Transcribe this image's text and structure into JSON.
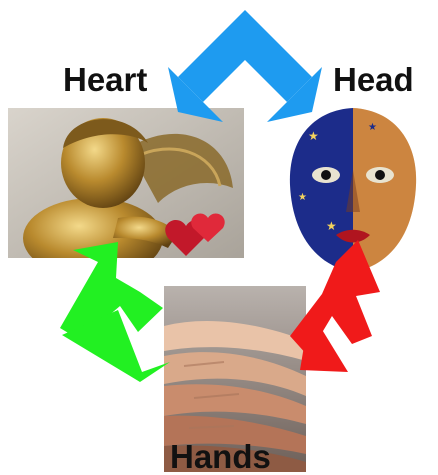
{
  "labels": {
    "heart": "Heart",
    "head": "Head",
    "hands": "Hands"
  },
  "images": {
    "heart": "cherub-statue-holding-hearts",
    "head": "half-moon-half-sun-mask",
    "hands": "stacked-hands"
  },
  "colors": {
    "head_heart_arrow": "#1e9bf0",
    "heart_hands_arrow": "#22f022",
    "head_hands_arrow": "#f01a1a"
  }
}
